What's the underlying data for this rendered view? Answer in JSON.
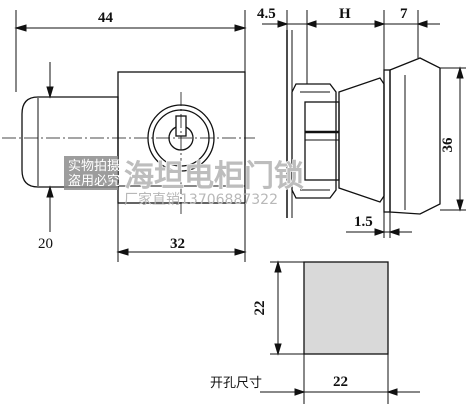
{
  "dimensions": {
    "width_44": "44",
    "offset_20": "20",
    "width_32": "32",
    "thickness_4_5": "4.5",
    "thickness_H": "H",
    "thickness_7": "7",
    "height_36": "36",
    "gap_1_5": "1.5",
    "cutout_height_22": "22",
    "cutout_width_22": "22"
  },
  "labels": {
    "cutout_caption": "开孔尺寸"
  },
  "watermark": {
    "badge_line1": "实物拍摄",
    "badge_line2": "盗用必究",
    "company": "海坦电柜门锁",
    "contact": "厂家直销13706887322"
  },
  "colors": {
    "line": "#111111",
    "cutout_fill": "#d9d9d9",
    "badge_fill": "#8c8c8c",
    "watermark_text": "#bdbdbd"
  }
}
